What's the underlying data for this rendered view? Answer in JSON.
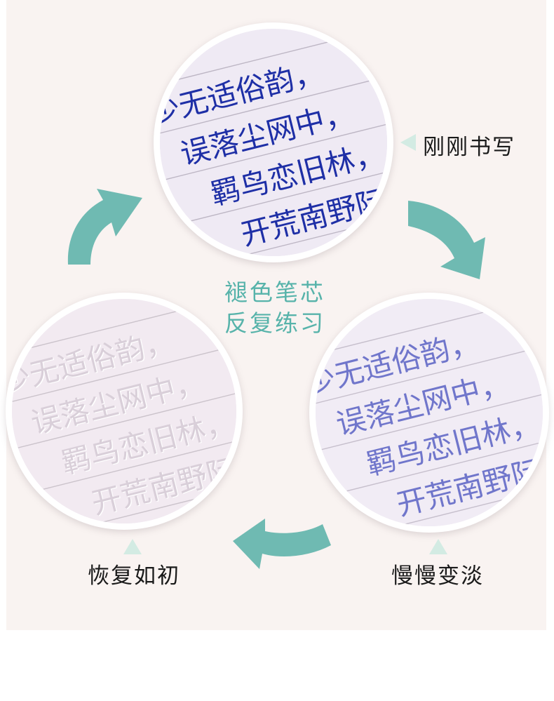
{
  "poem_lines": [
    "少无适俗韵，",
    "误落尘网中，",
    "羁鸟恋旧林，",
    "开荒南野际"
  ],
  "center_text": {
    "line1": "褪色笔芯",
    "line2": "反复练习"
  },
  "labels": {
    "top": "刚刚书写",
    "right": "慢慢变淡",
    "left": "恢复如初"
  },
  "colors": {
    "background": "#f9f3f1",
    "arrow": "#6fbab2",
    "pointer": "#d3ebe3",
    "center_text": "#57b3aa",
    "ink_fresh": "#1e2fa6",
    "ink_fading": "#5a62c4",
    "ink_vanished": "#e6dde6"
  },
  "icons": [
    "cycle-arrow-icon",
    "pointer-triangle-icon"
  ]
}
